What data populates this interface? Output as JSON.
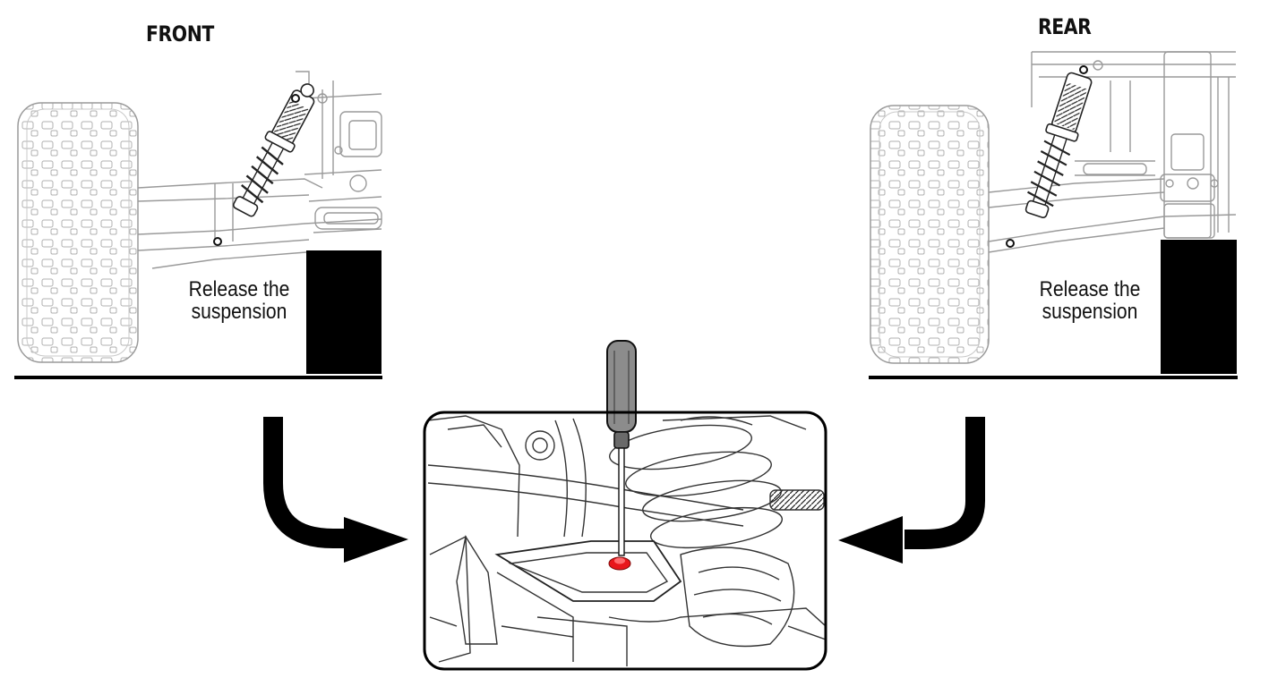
{
  "front": {
    "title": "FRONT",
    "caption_line1": "Release the",
    "caption_line2": "suspension"
  },
  "rear": {
    "title": "REAR",
    "caption_line1": "Release the",
    "caption_line2": "suspension"
  },
  "colors": {
    "ink": "#000000",
    "line_art": "#8a8a8a",
    "highlight": "#e8161b"
  },
  "icons": [
    "wheel-icon",
    "shock-absorber-icon",
    "screwdriver-icon",
    "curved-arrow-icon",
    "adjustment-screw-icon"
  ]
}
